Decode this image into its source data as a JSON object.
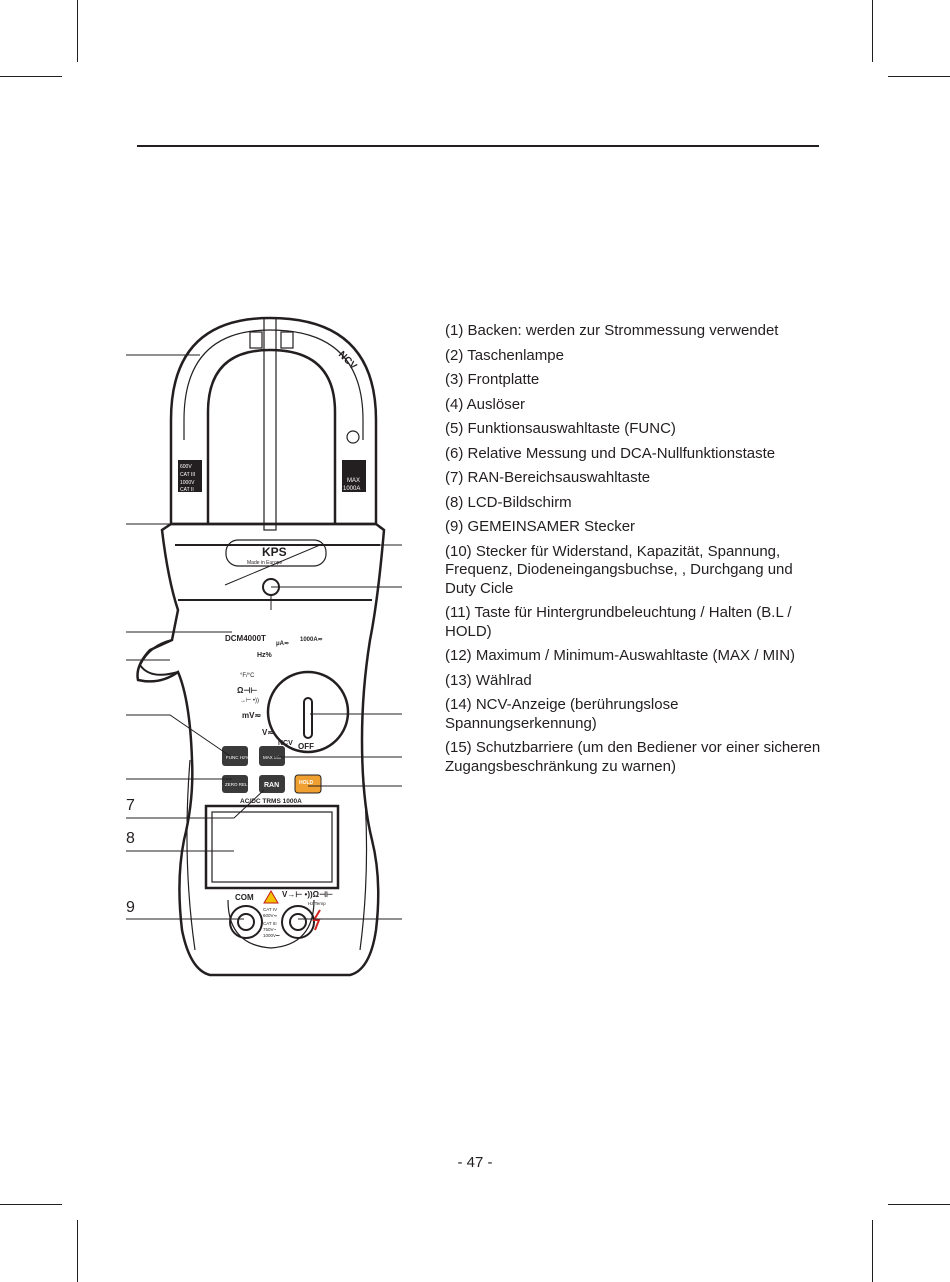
{
  "legend": [
    "(1) Backen: werden zur Strommessung verwendet",
    "(2) Taschenlampe",
    "(3) Frontplatte",
    "(4) Auslöser",
    "(5) Funktionsauswahltaste (FUNC)",
    "(6) Relative Messung und DCA-Nullfunktionstaste",
    "(7) RAN-Bereichsauswahltaste",
    "(8) LCD-Bildschirm",
    "(9) GEMEINSAMER Stecker",
    "(10) Stecker für Widerstand, Kapazität, Spannung, Frequenz, Diodeneingangsbuchse, , Durchgang und Duty Cicle",
    "(11) Taste für Hintergrundbeleuchtung / Halten (B.L / HOLD)",
    "(12) Maximum / Minimum-Auswahltaste (MAX / MIN)",
    "(13) Wählrad",
    "(14) NCV-Anzeige (berührungslose Spannungserkennung)",
    "(15) Schutzbarriere (um den Bediener vor einer sicheren Zugangsbeschränkung zu warnen)"
  ],
  "callouts": {
    "seven": "7",
    "eight": "8",
    "nine": "9"
  },
  "meter": {
    "brand": "KPS",
    "made_in": "Made in Europe",
    "model": "DCM4000T",
    "jaw_ncv": "NCV",
    "jaw_left_label": [
      "600V",
      "CAT III",
      "1000V",
      "CAT II"
    ],
    "jaw_right_label": [
      "MAX",
      "1000A"
    ],
    "dial": {
      "hz": "Hz%",
      "temp": "°F/°C",
      "ohm_cap": "Ω⊣⊢",
      "diode": "→⊢ •))",
      "mv": "mV≂",
      "v": "V≂",
      "ncv": "NCV",
      "off": "OFF",
      "ua": "μA≂",
      "a1000": "1000A≂"
    },
    "buttons": {
      "func": "FUNC Hz%",
      "max": "MAX Min",
      "zero": "ZERO REL",
      "ran": "RAN",
      "hold": "HOLD"
    },
    "trms": "AC/DC TRMS 1000A",
    "com": "COM",
    "v_terminal": "V→⊢ •))Ω⊣⊢",
    "hz_temp": "Hz Temp",
    "cat_ratings": [
      "CAT IV",
      "600V≂",
      "CAT III",
      "750V~",
      "1000V⎓"
    ]
  },
  "colors": {
    "ink": "#231f20",
    "hold": "#f0a030",
    "button": "#3a3a3a"
  },
  "page_number": "- 47 -"
}
